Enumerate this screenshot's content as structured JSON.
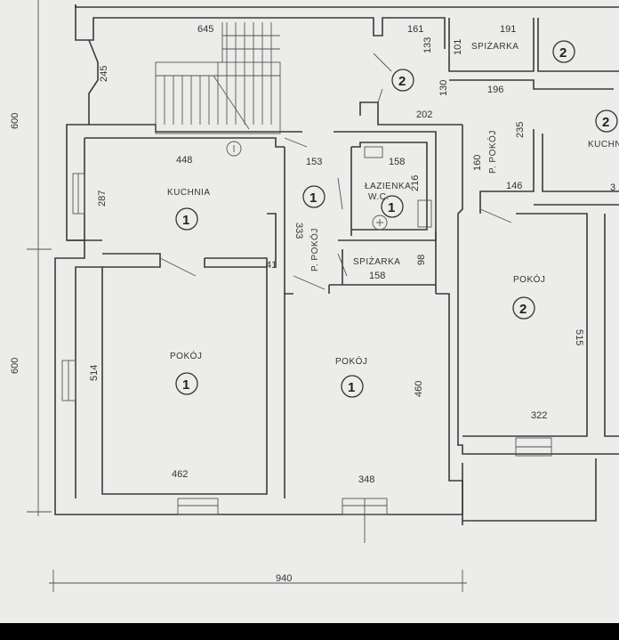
{
  "rooms": {
    "kuchnia": "KUCHNIA",
    "pokoj_left": "POKÓJ",
    "pokoj_middle": "POKÓJ",
    "pokoj_right": "POKÓJ",
    "lazienka": "ŁAZIENKA",
    "wc": "W.C.",
    "spizarka_lower": "SPIŻARKA",
    "spizarka_upper": "SPIŻARKA",
    "kuchnia_2": "KUCHN",
    "p_pokoj_left": "P. POKÓJ",
    "p_pokoj_right": "P. POKÓJ"
  },
  "numbers": {
    "kuchnia": "1",
    "hall": "1",
    "lazienka": "1",
    "pokoj_left": "1",
    "pokoj_middle": "1",
    "pokoj_right": "2",
    "hall_2": "2",
    "top_right": "2",
    "kuchnia_2": "2"
  },
  "dims": {
    "d645": "645",
    "d161": "161",
    "d191": "191",
    "d196": "196",
    "d202": "202",
    "d448": "448",
    "d153": "153",
    "d158a": "158",
    "d146": "146",
    "d158b": "158",
    "d322": "322",
    "d462": "462",
    "d348": "348",
    "d940": "940",
    "d41": "41",
    "d3": "3",
    "d600a": "600",
    "d600b": "600",
    "d245": "245",
    "d287": "287",
    "d514": "514",
    "d333": "333",
    "d216": "216",
    "d98": "98",
    "d460": "460",
    "d160": "160",
    "d235": "235",
    "d515": "515",
    "d133": "133",
    "d130": "130",
    "d101": "101"
  }
}
